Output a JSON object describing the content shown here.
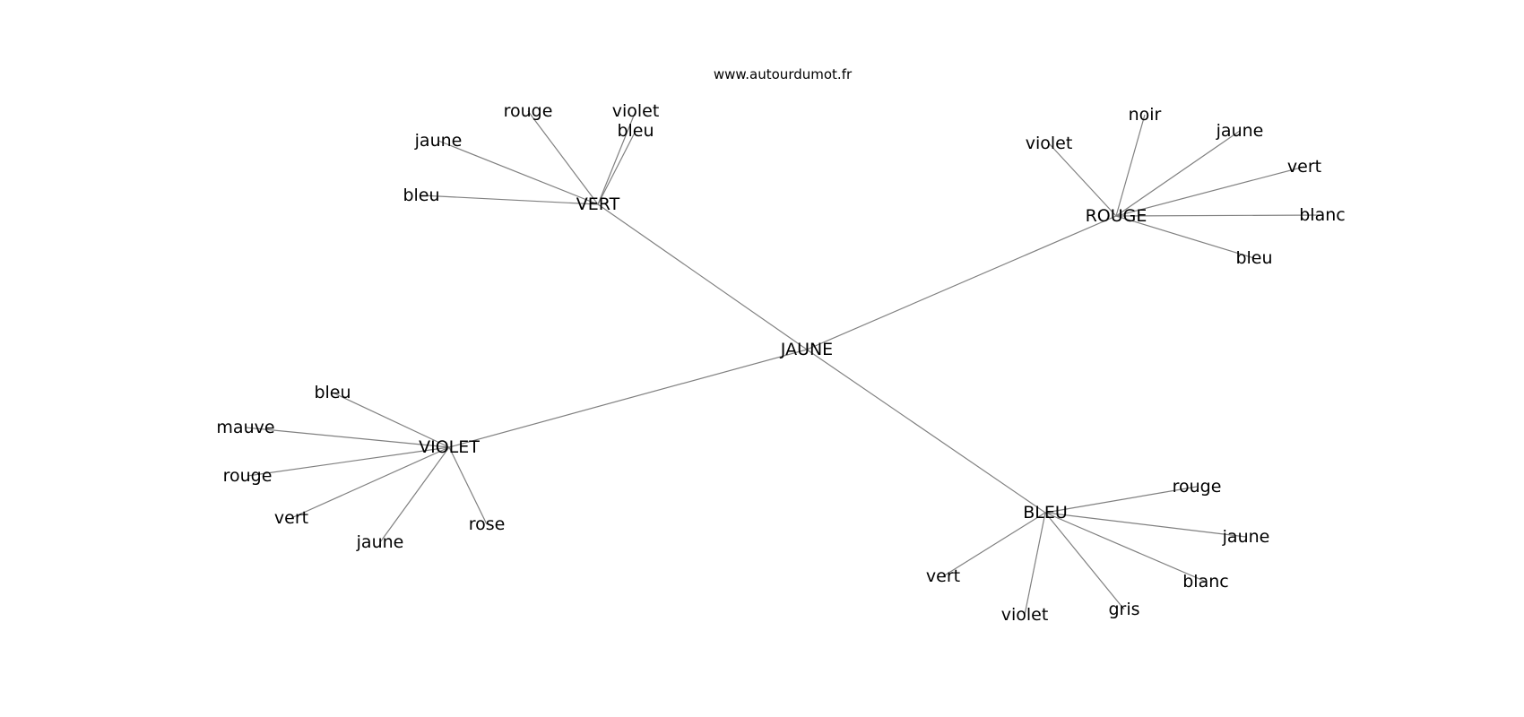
{
  "source": "www.autourdumot.fr",
  "center": {
    "id": "jaune",
    "label": "JAUNE"
  },
  "hubs": [
    {
      "id": "vert",
      "label": "VERT",
      "leaves": [
        "bleu",
        "jaune",
        "rouge",
        "violet",
        "bleu"
      ]
    },
    {
      "id": "rouge",
      "label": "ROUGE",
      "leaves": [
        "violet",
        "noir",
        "jaune",
        "vert",
        "blanc",
        "bleu"
      ]
    },
    {
      "id": "violet",
      "label": "VIOLET",
      "leaves": [
        "bleu",
        "mauve",
        "rouge",
        "vert",
        "jaune",
        "rose"
      ]
    },
    {
      "id": "bleu",
      "label": "BLEU",
      "leaves": [
        "rouge",
        "jaune",
        "blanc",
        "gris",
        "violet",
        "vert"
      ]
    }
  ]
}
